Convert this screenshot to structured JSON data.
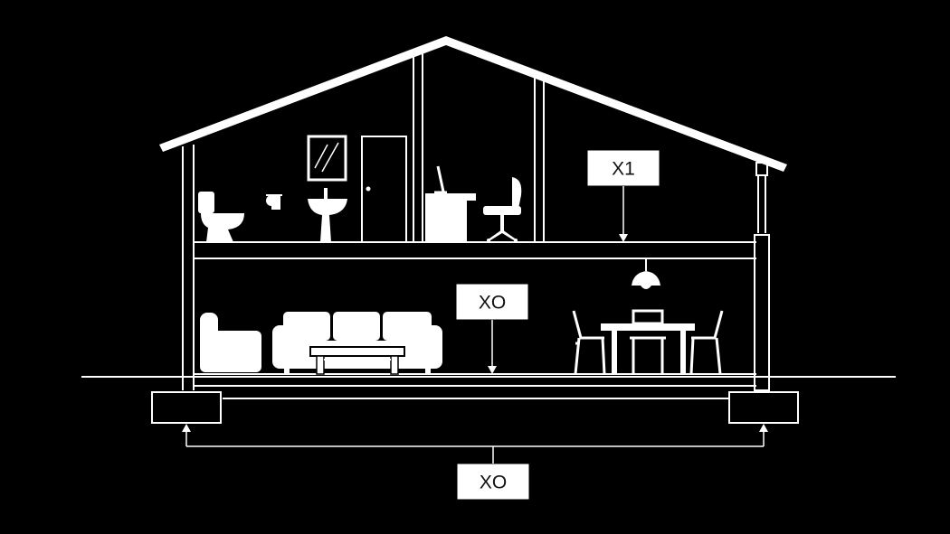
{
  "colors": {
    "background": "#000000",
    "line": "#ffffff",
    "label_box": "#ffffff",
    "label_text": "#111111"
  },
  "labels": {
    "upper_floor": "X1",
    "ground_floor": "XO",
    "foundation": "XO"
  },
  "icons": {
    "upstairs": [
      "toilet-icon",
      "toilet-paper-icon",
      "mirror-icon",
      "sink-icon",
      "door-icon",
      "desk-icon",
      "computer-icon",
      "office-chair-icon"
    ],
    "downstairs": [
      "armchair-icon",
      "sofa-icon",
      "coffee-table-icon",
      "pendant-lamp-icon",
      "dining-table-icon",
      "dining-chair-icon"
    ]
  }
}
